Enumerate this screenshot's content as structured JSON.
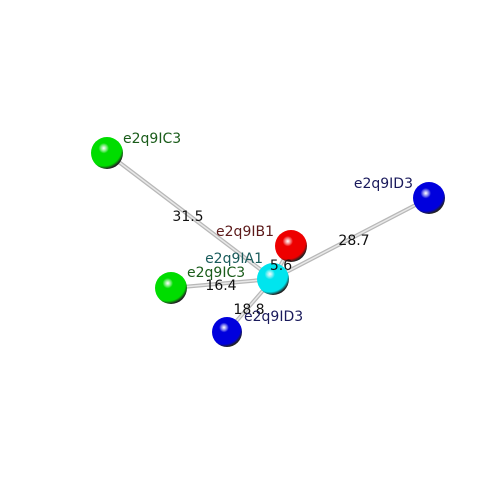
{
  "atoms": [
    {
      "id": "c3_top",
      "label": "e2q9IC3",
      "element": "C",
      "color": "#00dd00",
      "label_color": "#1a5c1a"
    },
    {
      "id": "d3_right",
      "label": "e2q9ID3",
      "element": "D",
      "color": "#0000dd",
      "label_color": "#1a1a5c"
    },
    {
      "id": "b1",
      "label": "e2q9IB1",
      "element": "B",
      "color": "#ee0000",
      "label_color": "#5c1a1a"
    },
    {
      "id": "a1",
      "label": "e2q9IA1",
      "element": "A",
      "color": "#00e5ee",
      "label_color": "#1a5c5c"
    },
    {
      "id": "c3_left",
      "label": "e2q9IC3",
      "element": "C",
      "color": "#00dd00",
      "label_color": "#1a5c1a"
    },
    {
      "id": "d3_bottom",
      "label": "e2q9ID3",
      "element": "D",
      "color": "#0000dd",
      "label_color": "#1a1a5c"
    }
  ],
  "distances": [
    {
      "from": "a1",
      "to": "c3_top",
      "value": "31.5"
    },
    {
      "from": "a1",
      "to": "d3_right",
      "value": "28.7"
    },
    {
      "from": "a1",
      "to": "b1",
      "value": "5.6"
    },
    {
      "from": "a1",
      "to": "c3_left",
      "value": "16.4"
    },
    {
      "from": "a1",
      "to": "d3_bottom",
      "value": "18.8"
    }
  ]
}
